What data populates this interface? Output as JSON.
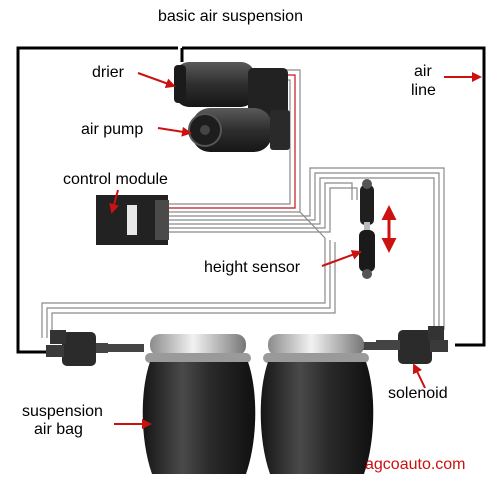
{
  "diagram": {
    "title": "basic air suspension",
    "credit": "agcoauto.com",
    "labels": {
      "drier": "drier",
      "air_pump": "air pump",
      "control_module": "control module",
      "height_sensor": "height sensor",
      "air_line_1": "air",
      "air_line_2": "line",
      "solenoid": "solenoid",
      "air_bag_1": "suspension",
      "air_bag_2": "air bag"
    }
  },
  "colors": {
    "arrow": "#cc1111",
    "air_line": "#000000",
    "wire_gray": "#8a8a8a",
    "wire_red": "#c0161b",
    "body_dark": "#262626",
    "bag_rubber": "#2e2e2e",
    "metal": "#c9c9c9"
  }
}
